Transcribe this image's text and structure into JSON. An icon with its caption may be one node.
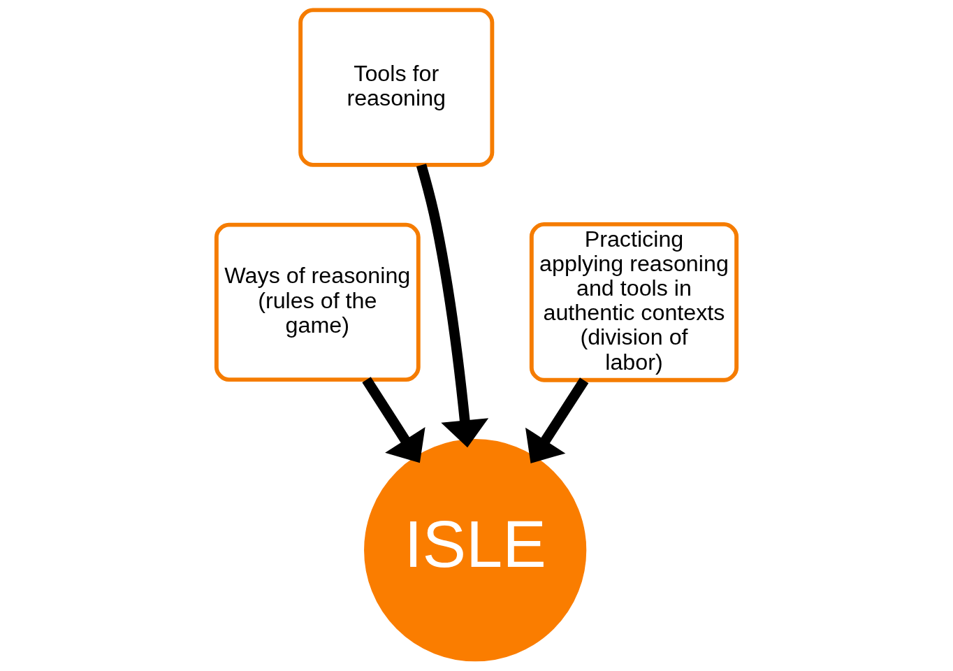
{
  "diagram": {
    "nodes": [
      {
        "text": [
          "Tools for reasoning"
        ]
      },
      {
        "text": [
          "Ways of reasoning (rules of the game)"
        ]
      },
      {
        "text": [
          "Practicing applying reasoning and tools in authentic contexts (division of labor)"
        ]
      },
      {
        "text": [
          "ISLE"
        ]
      }
    ],
    "edges": [
      {
        "from": 0,
        "to": 3,
        "arrow": "to"
      },
      {
        "from": 1,
        "to": 3,
        "arrow": "to"
      },
      {
        "from": 2,
        "to": 3,
        "arrow": "to"
      }
    ]
  }
}
